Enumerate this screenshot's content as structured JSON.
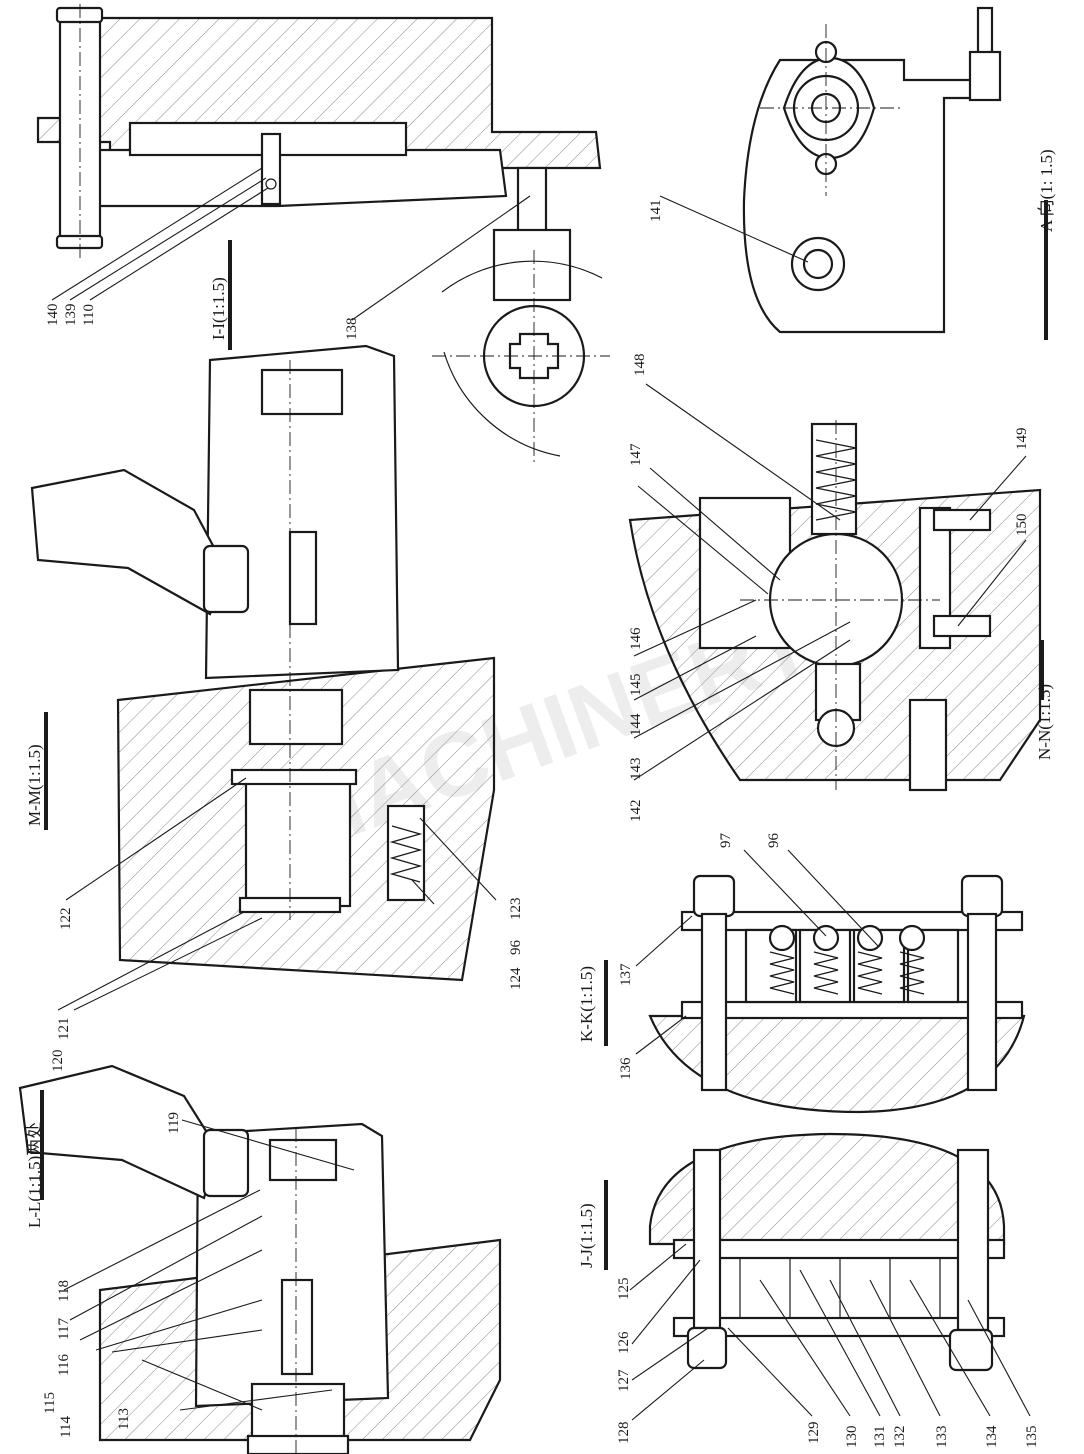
{
  "watermark": "MACHINERY",
  "views": {
    "ii": {
      "title": "I-I(1:1.5)",
      "callouts": [
        "140",
        "139",
        "110",
        "138"
      ]
    },
    "a": {
      "title": "A 向(1: 1.5)",
      "callouts": [
        "141"
      ]
    },
    "mm": {
      "title": "M-M(1:1.5)",
      "callouts": [
        "122",
        "121",
        "120",
        "124",
        "96",
        "123"
      ]
    },
    "nn": {
      "title": "N-N(1:1.5)",
      "callouts": [
        "148",
        "147",
        "146",
        "145",
        "144",
        "143",
        "142",
        "149",
        "150"
      ]
    },
    "ll": {
      "title": "L-L(1:1.5)两处",
      "callouts": [
        "119",
        "118",
        "117",
        "116",
        "115",
        "114",
        "113"
      ]
    },
    "kk": {
      "title": "K-K(1:1.5)",
      "callouts": [
        "137",
        "136",
        "97",
        "96"
      ]
    },
    "jj": {
      "title": "J-J(1:1.5)",
      "callouts": [
        "125",
        "126",
        "127",
        "128",
        "129",
        "130",
        "131",
        "132",
        "133",
        "134",
        "135"
      ]
    }
  }
}
